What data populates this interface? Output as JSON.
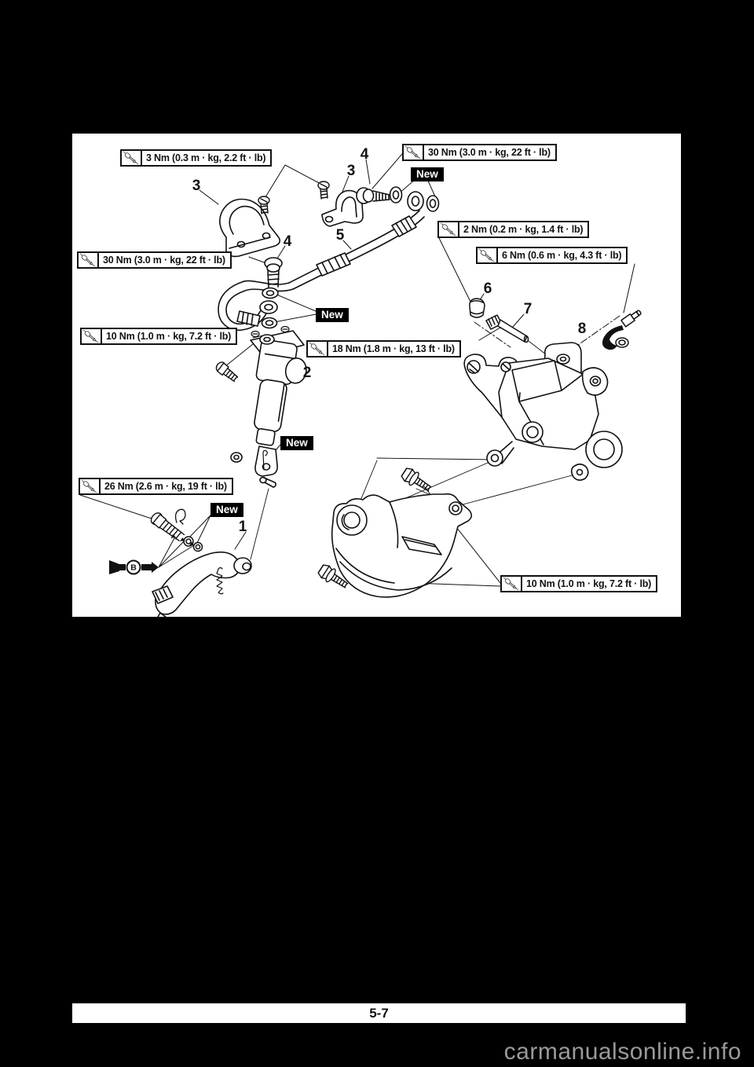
{
  "page": {
    "number": "5-7",
    "watermark": "carmanualsonline.info"
  },
  "colors": {
    "ink": "#111111",
    "paper": "#ffffff",
    "background": "#000000",
    "watermark": "#9a9a9a"
  },
  "diagram": {
    "torque_labels": [
      {
        "text": "3 Nm (0.3 m · kg, 2.2 ft · lb)"
      },
      {
        "text": "30 Nm (3.0 m · kg, 22 ft · lb)"
      },
      {
        "text": "2 Nm (0.2 m · kg, 1.4 ft · lb)"
      },
      {
        "text": "6 Nm (0.6 m · kg, 4.3 ft · lb)"
      },
      {
        "text": "30 Nm (3.0 m · kg, 22 ft · lb)"
      },
      {
        "text": "10 Nm (1.0 m · kg, 7.2 ft · lb)"
      },
      {
        "text": "18 Nm (1.8 m · kg, 13 ft · lb)"
      },
      {
        "text": "26 Nm (2.6 m · kg, 19 ft · lb)"
      },
      {
        "text": "10 Nm (1.0 m · kg, 7.2 ft · lb)"
      }
    ],
    "new_labels": [
      {
        "text": "New"
      },
      {
        "text": "New"
      },
      {
        "text": "New"
      },
      {
        "text": "New"
      }
    ],
    "callouts": [
      {
        "n": "3"
      },
      {
        "n": "3"
      },
      {
        "n": "4"
      },
      {
        "n": "4"
      },
      {
        "n": "5"
      },
      {
        "n": "6"
      },
      {
        "n": "7"
      },
      {
        "n": "8"
      },
      {
        "n": "2"
      },
      {
        "n": "1"
      }
    ],
    "symbol": {
      "letter": "B"
    }
  }
}
